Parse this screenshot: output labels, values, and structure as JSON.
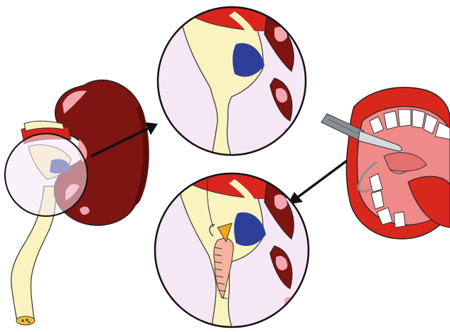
{
  "figure": {
    "description_free": true,
    "panels": [
      {
        "id": "kidney-overview",
        "label": ""
      },
      {
        "id": "magnified-stricture",
        "label": ""
      },
      {
        "id": "oral-mucosa-harvest",
        "label": ""
      },
      {
        "id": "graft-repair",
        "label": ""
      }
    ]
  },
  "colors": {
    "kidney": "#7e1512",
    "kidney_dark": "#5a0e0c",
    "highlight": "#f2a7b0",
    "ureter": "#fbf3bf",
    "vessel_red": "#d9251d",
    "renal_pelvis_blue": "#2e3f9a",
    "lens_fill": "#f6e7f4",
    "lip_red": "#d8281e",
    "mouth_pink": "#f08a8a",
    "teeth": "#ffffff",
    "graft": "#f5b49c",
    "scalpel": "#8a8f96",
    "suture_orange": "#f1a31b"
  },
  "icons": [
    "kidney-icon",
    "magnifier-icon",
    "mouth-icon",
    "scalpel-icon",
    "arrow-icon"
  ]
}
